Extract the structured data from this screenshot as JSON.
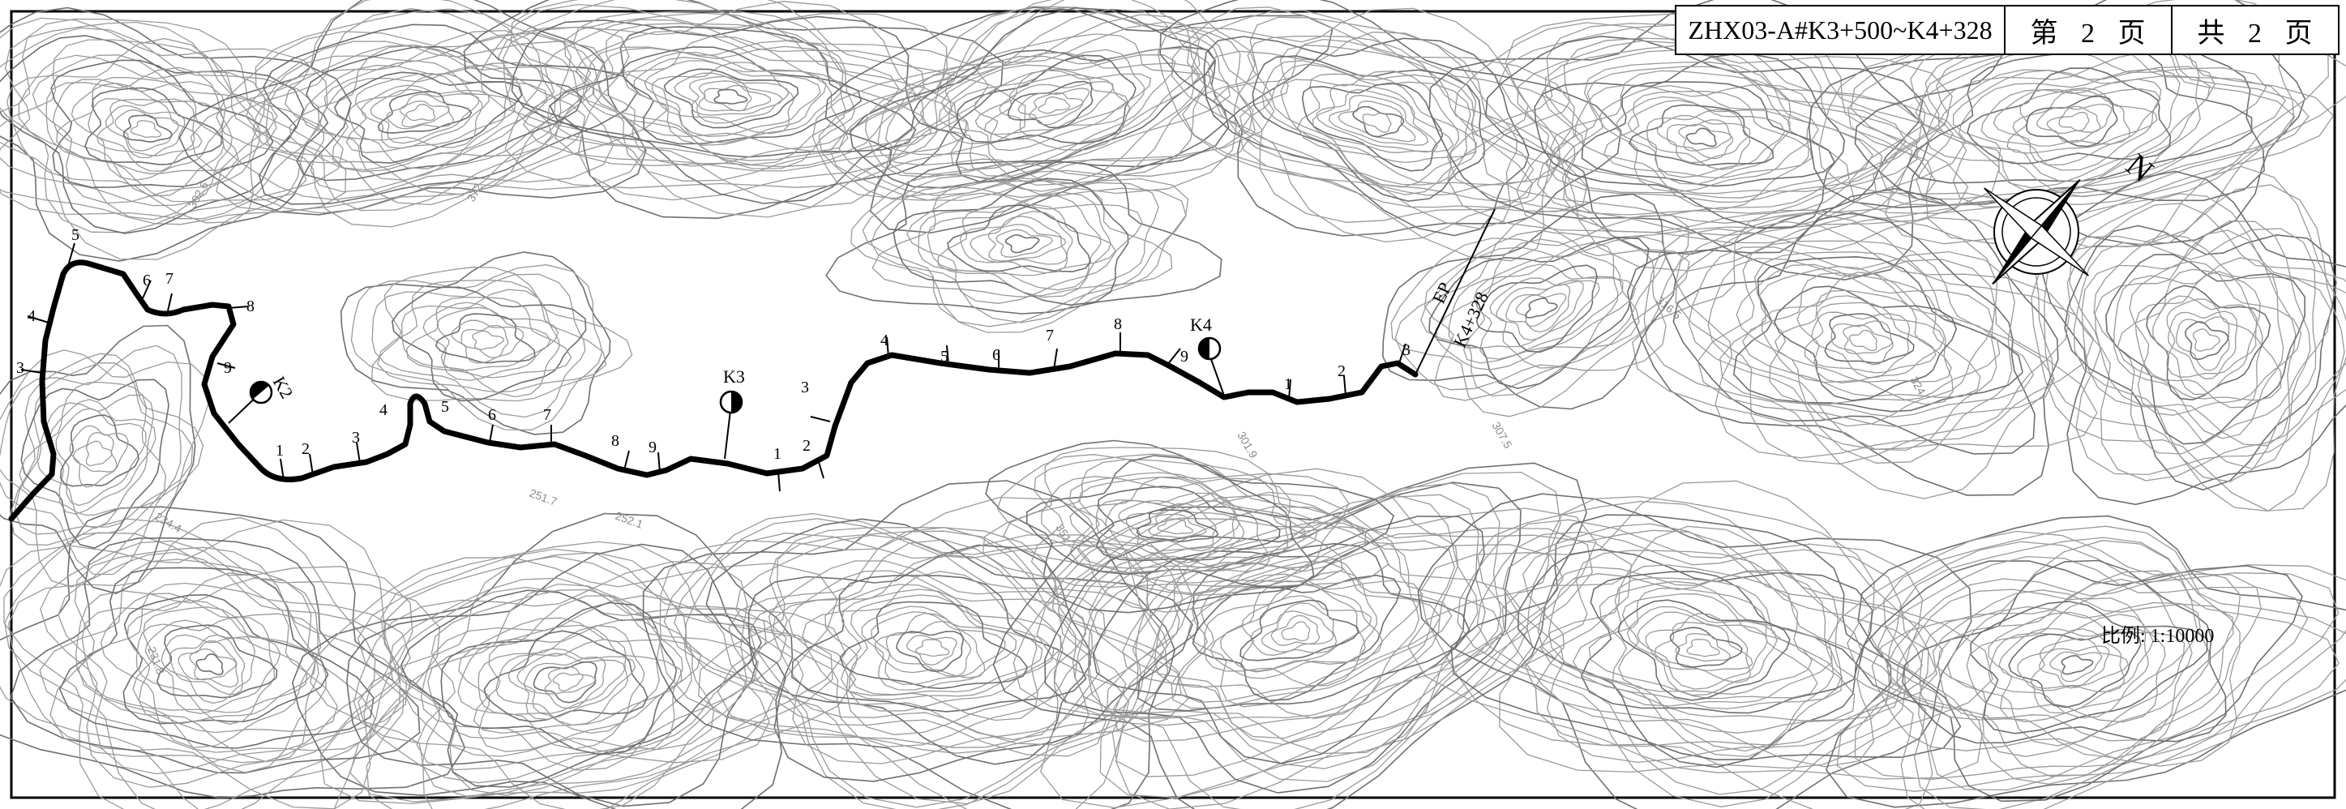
{
  "title_block": {
    "drawing_code": "ZHX03-A#K3+500~K4+328",
    "page_label": "第 2 页",
    "total_label": "共 2 页"
  },
  "scale": "比例: 1:10000",
  "north_arrow": {
    "label": "N"
  },
  "chainage_markers": {
    "k2": "K2",
    "k3": "K3",
    "k4": "K4"
  },
  "end_point": {
    "label": "EP",
    "chainage": "K4+328"
  },
  "station_numbers": [
    "5",
    "4",
    "3",
    "6",
    "7",
    "8",
    "9",
    "1",
    "2",
    "3",
    "4",
    "5",
    "6",
    "7",
    "8",
    "9",
    "1",
    "2",
    "3",
    "4",
    "5",
    "6",
    "7",
    "8",
    "9",
    "1",
    "2",
    "3"
  ],
  "elevation_labels": [
    "302.6",
    "234.4",
    "231.8",
    "251.7",
    "252.1",
    "307.5",
    "372",
    "316.5",
    "324",
    "351",
    "301.9"
  ]
}
